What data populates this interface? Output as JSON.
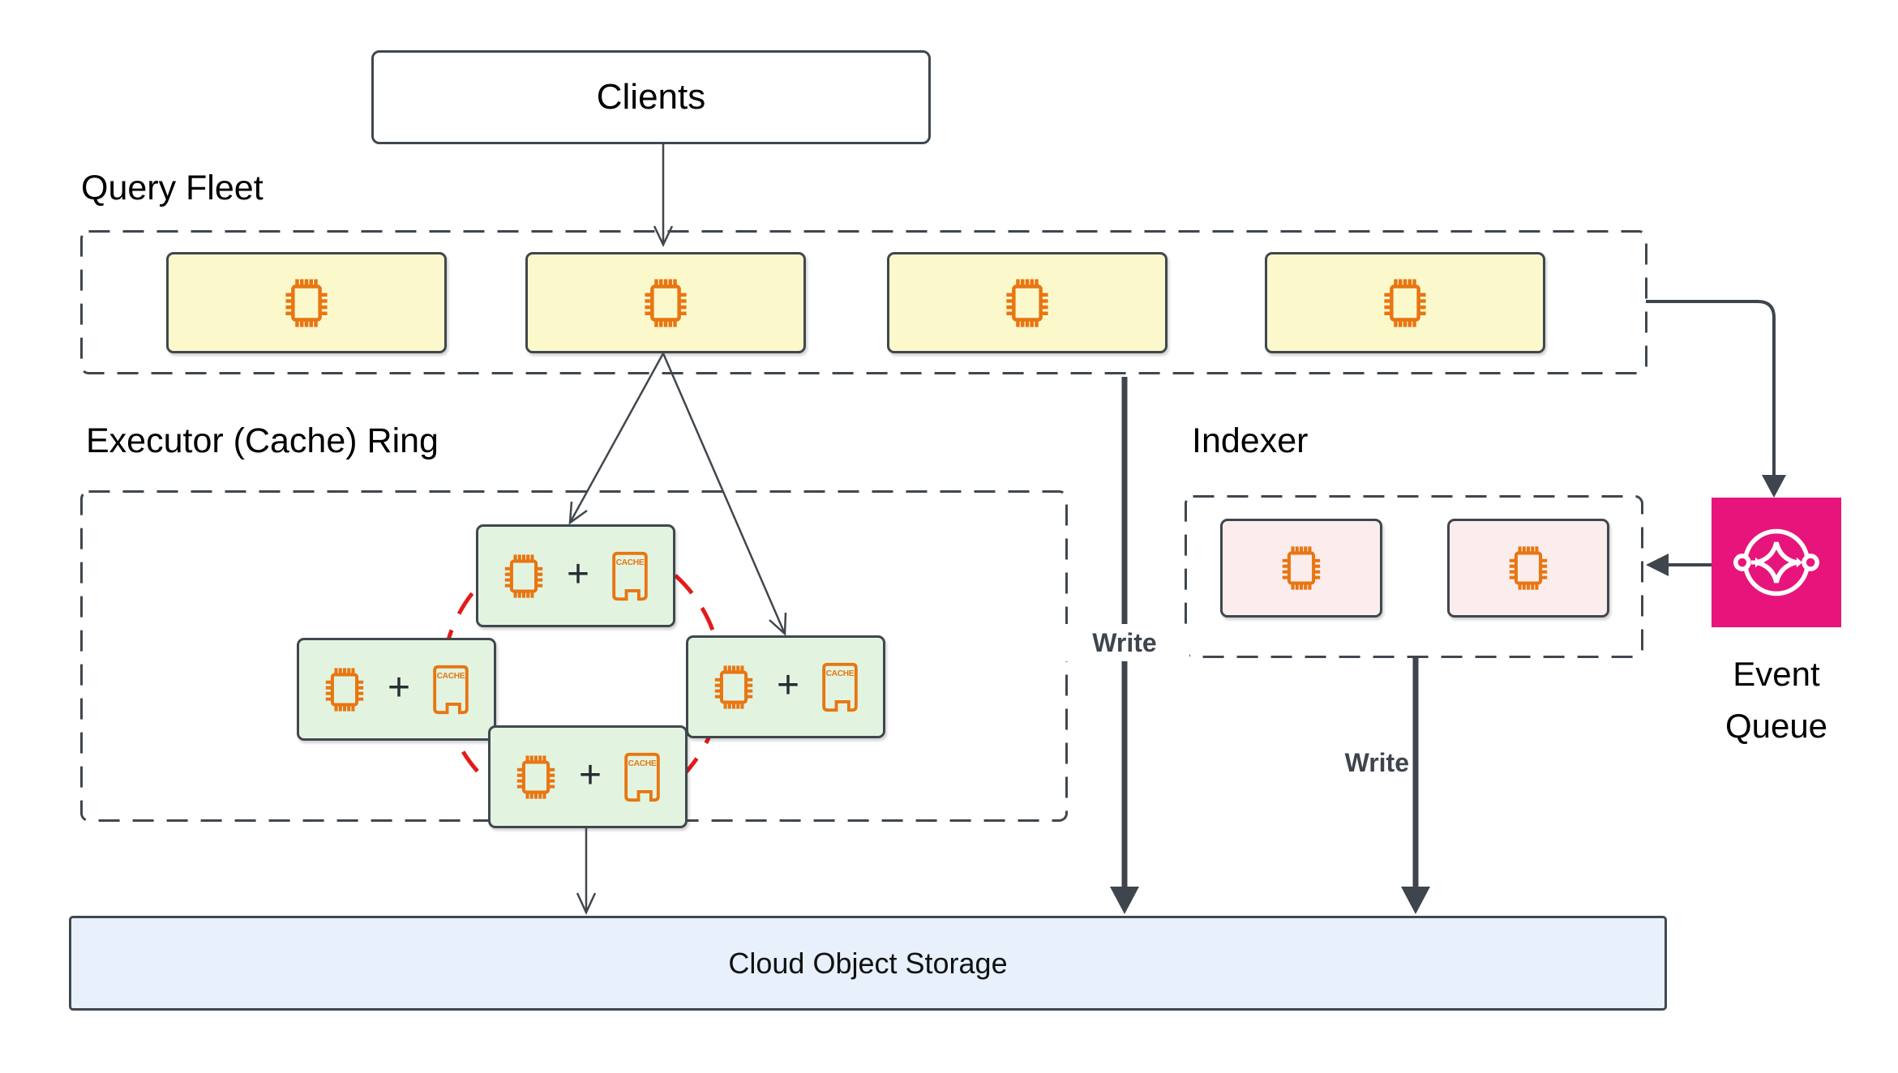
{
  "diagram": {
    "clients": {
      "label": "Clients"
    },
    "query_fleet": {
      "title": "Query Fleet"
    },
    "executor_ring": {
      "title": "Executor (Cache) Ring",
      "plus": "+",
      "cache_label": "CACHE"
    },
    "indexer": {
      "title": "Indexer"
    },
    "event_queue": {
      "line1": "Event",
      "line2": "Queue"
    },
    "storage": {
      "label": "Cloud Object Storage"
    },
    "write_left": "Write",
    "write_right": "Write",
    "colors": {
      "stroke": "#40474E",
      "query_node_fill": "#FBF8CC",
      "executor_node_fill": "#E2F4E0",
      "indexer_node_fill": "#FBEDEC",
      "storage_fill": "#E8F0FC",
      "icon_orange": "#E87612",
      "ring_red": "#E21B1B",
      "event_pink": "#E7157B"
    }
  }
}
